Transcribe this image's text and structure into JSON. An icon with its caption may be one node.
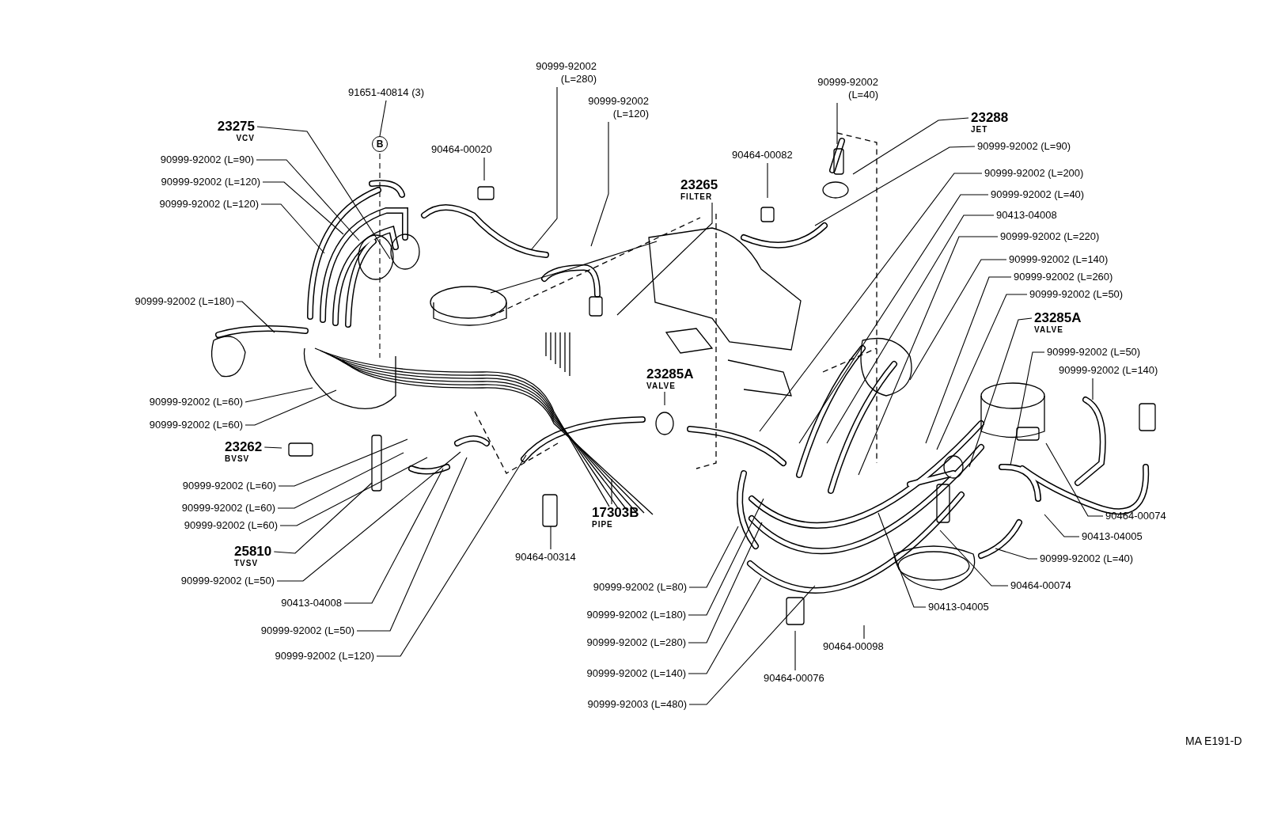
{
  "diagram": {
    "nodes": [
      {
        "text": [
          "91651-40814 (3)"
        ]
      },
      {
        "text": [
          "B"
        ]
      },
      {
        "text": [
          "23275",
          "VCV"
        ]
      },
      {
        "text": [
          "90999-92002 (L=90)"
        ]
      },
      {
        "text": [
          "90999-92002 (L=120)"
        ]
      },
      {
        "text": [
          "90999-92002 (L=120)"
        ]
      },
      {
        "text": [
          "90999-92002 (L=180)"
        ]
      },
      {
        "text": [
          "90464-00020"
        ]
      },
      {
        "text": [
          "90999-92002 (L=280)"
        ]
      },
      {
        "text": [
          "90999-92002 (L=120)"
        ]
      },
      {
        "text": [
          "23265",
          "FILTER"
        ]
      },
      {
        "text": [
          "90999-92002 (L=40)"
        ]
      },
      {
        "text": [
          "90464-00082"
        ]
      },
      {
        "text": [
          "23288",
          "JET"
        ]
      },
      {
        "text": [
          "90999-92002 (L=90)"
        ]
      },
      {
        "text": [
          "90999-92002 (L=200)"
        ]
      },
      {
        "text": [
          "90999-92002 (L=40)"
        ]
      },
      {
        "text": [
          "90413-04008"
        ]
      },
      {
        "text": [
          "90999-92002 (L=220)"
        ]
      },
      {
        "text": [
          "90999-92002 (L=140)"
        ]
      },
      {
        "text": [
          "90999-92002 (L=260)"
        ]
      },
      {
        "text": [
          "90999-92002 (L=50)"
        ]
      },
      {
        "text": [
          "23285A",
          "VALVE"
        ]
      },
      {
        "text": [
          "90999-92002 (L=50)"
        ]
      },
      {
        "text": [
          "90999-92002 (L=140)"
        ]
      },
      {
        "text": [
          "90464-00074"
        ]
      },
      {
        "text": [
          "90413-04005"
        ]
      },
      {
        "text": [
          "90999-92002 (L=40)"
        ]
      },
      {
        "text": [
          "90464-00074"
        ]
      },
      {
        "text": [
          "90413-04005"
        ]
      },
      {
        "text": [
          "90464-00098"
        ]
      },
      {
        "text": [
          "90464-00076"
        ]
      },
      {
        "text": [
          "90999-92002 (L=80)"
        ]
      },
      {
        "text": [
          "90999-92002 (L=180)"
        ]
      },
      {
        "text": [
          "90999-92002 (L=280)"
        ]
      },
      {
        "text": [
          "90999-92002 (L=140)"
        ]
      },
      {
        "text": [
          "90999-92003 (L=480)"
        ]
      },
      {
        "text": [
          "90464-00314"
        ]
      },
      {
        "text": [
          "17303B",
          "PIPE"
        ]
      },
      {
        "text": [
          "23285A",
          "VALVE"
        ]
      },
      {
        "text": [
          "90999-92002 (L=60)"
        ]
      },
      {
        "text": [
          "90999-92002 (L=60)"
        ]
      },
      {
        "text": [
          "23262",
          "BVSV"
        ]
      },
      {
        "text": [
          "90999-92002 (L=60)"
        ]
      },
      {
        "text": [
          "90999-92002 (L=60)"
        ]
      },
      {
        "text": [
          "90999-92002 (L=60)"
        ]
      },
      {
        "text": [
          "25810",
          "TVSV"
        ]
      },
      {
        "text": [
          "90999-92002 (L=50)"
        ]
      },
      {
        "text": [
          "90413-04008"
        ]
      },
      {
        "text": [
          "90999-92002 (L=50)"
        ]
      },
      {
        "text": [
          "90999-92002 (L=120)"
        ]
      }
    ],
    "edges": [
      {
        "from": 0,
        "to": 1,
        "arrow": "none"
      },
      {
        "from": 1,
        "to": null,
        "arrow": "none",
        "style": "dashed"
      },
      {
        "from": 2,
        "to": null,
        "arrow": "none"
      },
      {
        "from": 3,
        "to": null,
        "arrow": "none"
      },
      {
        "from": 4,
        "to": null,
        "arrow": "none"
      },
      {
        "from": 5,
        "to": null,
        "arrow": "none"
      },
      {
        "from": 6,
        "to": null,
        "arrow": "none"
      },
      {
        "from": 7,
        "to": null,
        "arrow": "none"
      },
      {
        "from": 8,
        "to": null,
        "arrow": "none"
      },
      {
        "from": 9,
        "to": null,
        "arrow": "none"
      },
      {
        "from": 10,
        "to": null,
        "arrow": "none"
      },
      {
        "from": 11,
        "to": null,
        "arrow": "none"
      },
      {
        "from": 12,
        "to": null,
        "arrow": "none"
      },
      {
        "from": 13,
        "to": null,
        "arrow": "none"
      },
      {
        "from": 14,
        "to": null,
        "arrow": "none"
      },
      {
        "from": 15,
        "to": null,
        "arrow": "none"
      },
      {
        "from": 16,
        "to": null,
        "arrow": "none"
      },
      {
        "from": 17,
        "to": null,
        "arrow": "none"
      },
      {
        "from": 18,
        "to": null,
        "arrow": "none"
      },
      {
        "from": 19,
        "to": null,
        "arrow": "none"
      },
      {
        "from": 20,
        "to": null,
        "arrow": "none"
      },
      {
        "from": 21,
        "to": null,
        "arrow": "none"
      },
      {
        "from": 22,
        "to": null,
        "arrow": "none"
      },
      {
        "from": 23,
        "to": null,
        "arrow": "none"
      },
      {
        "from": 24,
        "to": null,
        "arrow": "none"
      },
      {
        "from": 25,
        "to": null,
        "arrow": "none"
      },
      {
        "from": 26,
        "to": null,
        "arrow": "none"
      },
      {
        "from": 27,
        "to": null,
        "arrow": "none"
      },
      {
        "from": 28,
        "to": null,
        "arrow": "none"
      },
      {
        "from": 29,
        "to": null,
        "arrow": "none"
      },
      {
        "from": 30,
        "to": null,
        "arrow": "none"
      },
      {
        "from": 31,
        "to": null,
        "arrow": "none"
      },
      {
        "from": 32,
        "to": null,
        "arrow": "none"
      },
      {
        "from": 33,
        "to": null,
        "arrow": "none"
      },
      {
        "from": 34,
        "to": null,
        "arrow": "none"
      },
      {
        "from": 35,
        "to": null,
        "arrow": "none"
      },
      {
        "from": 36,
        "to": null,
        "arrow": "none"
      },
      {
        "from": 37,
        "to": null,
        "arrow": "none"
      },
      {
        "from": 38,
        "to": null,
        "arrow": "none"
      },
      {
        "from": 39,
        "to": null,
        "arrow": "none"
      },
      {
        "from": 40,
        "to": null,
        "arrow": "none"
      },
      {
        "from": 41,
        "to": null,
        "arrow": "none"
      },
      {
        "from": 42,
        "to": null,
        "arrow": "none"
      },
      {
        "from": 43,
        "to": null,
        "arrow": "none"
      },
      {
        "from": 44,
        "to": null,
        "arrow": "none"
      },
      {
        "from": 45,
        "to": null,
        "arrow": "none"
      },
      {
        "from": 46,
        "to": null,
        "arrow": "none"
      },
      {
        "from": 47,
        "to": null,
        "arrow": "none"
      },
      {
        "from": 48,
        "to": null,
        "arrow": "none"
      },
      {
        "from": 49,
        "to": null,
        "arrow": "none"
      },
      {
        "from": 50,
        "to": null,
        "arrow": "none"
      }
    ],
    "labels": [
      "MA E191-D"
    ]
  }
}
